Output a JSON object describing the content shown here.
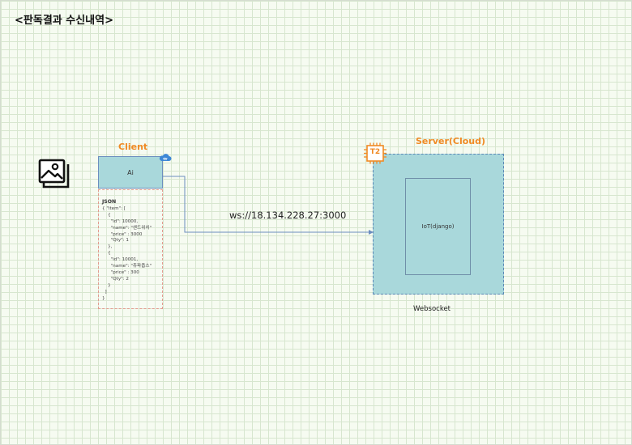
{
  "title": "<판독결과 수신내역>",
  "client": {
    "label": "Client",
    "ai_box": "Ai",
    "json_lines": [
      "JSON",
      "{ \"item\": [",
      "    {",
      "      \"id\": 10000,",
      "      \"name\": \"샌드위치\"",
      "      \"price\" : 3000",
      "      \"Qty\": 1",
      "    },",
      "    {",
      "      \"id\": 10001,",
      "      \"name\": \"츄파춥스\"",
      "      \"price\" : 300",
      "      \"Qty\": 2",
      "    }",
      "  ]",
      "}"
    ]
  },
  "connection": {
    "label": "ws://18.134.228.27:3000"
  },
  "server": {
    "label": "Server(Cloud)",
    "badge": "T2",
    "inner": "IoT(django)",
    "caption": "Websocket"
  },
  "colors": {
    "accent_orange": "#f08a24",
    "box_fill": "#a9d8db",
    "line_blue": "#6c8ebf",
    "dashed_red": "#e49a8e"
  },
  "icons": [
    "image-gallery-icon",
    "cloud-badge-icon",
    "ec2-instance-icon"
  ]
}
